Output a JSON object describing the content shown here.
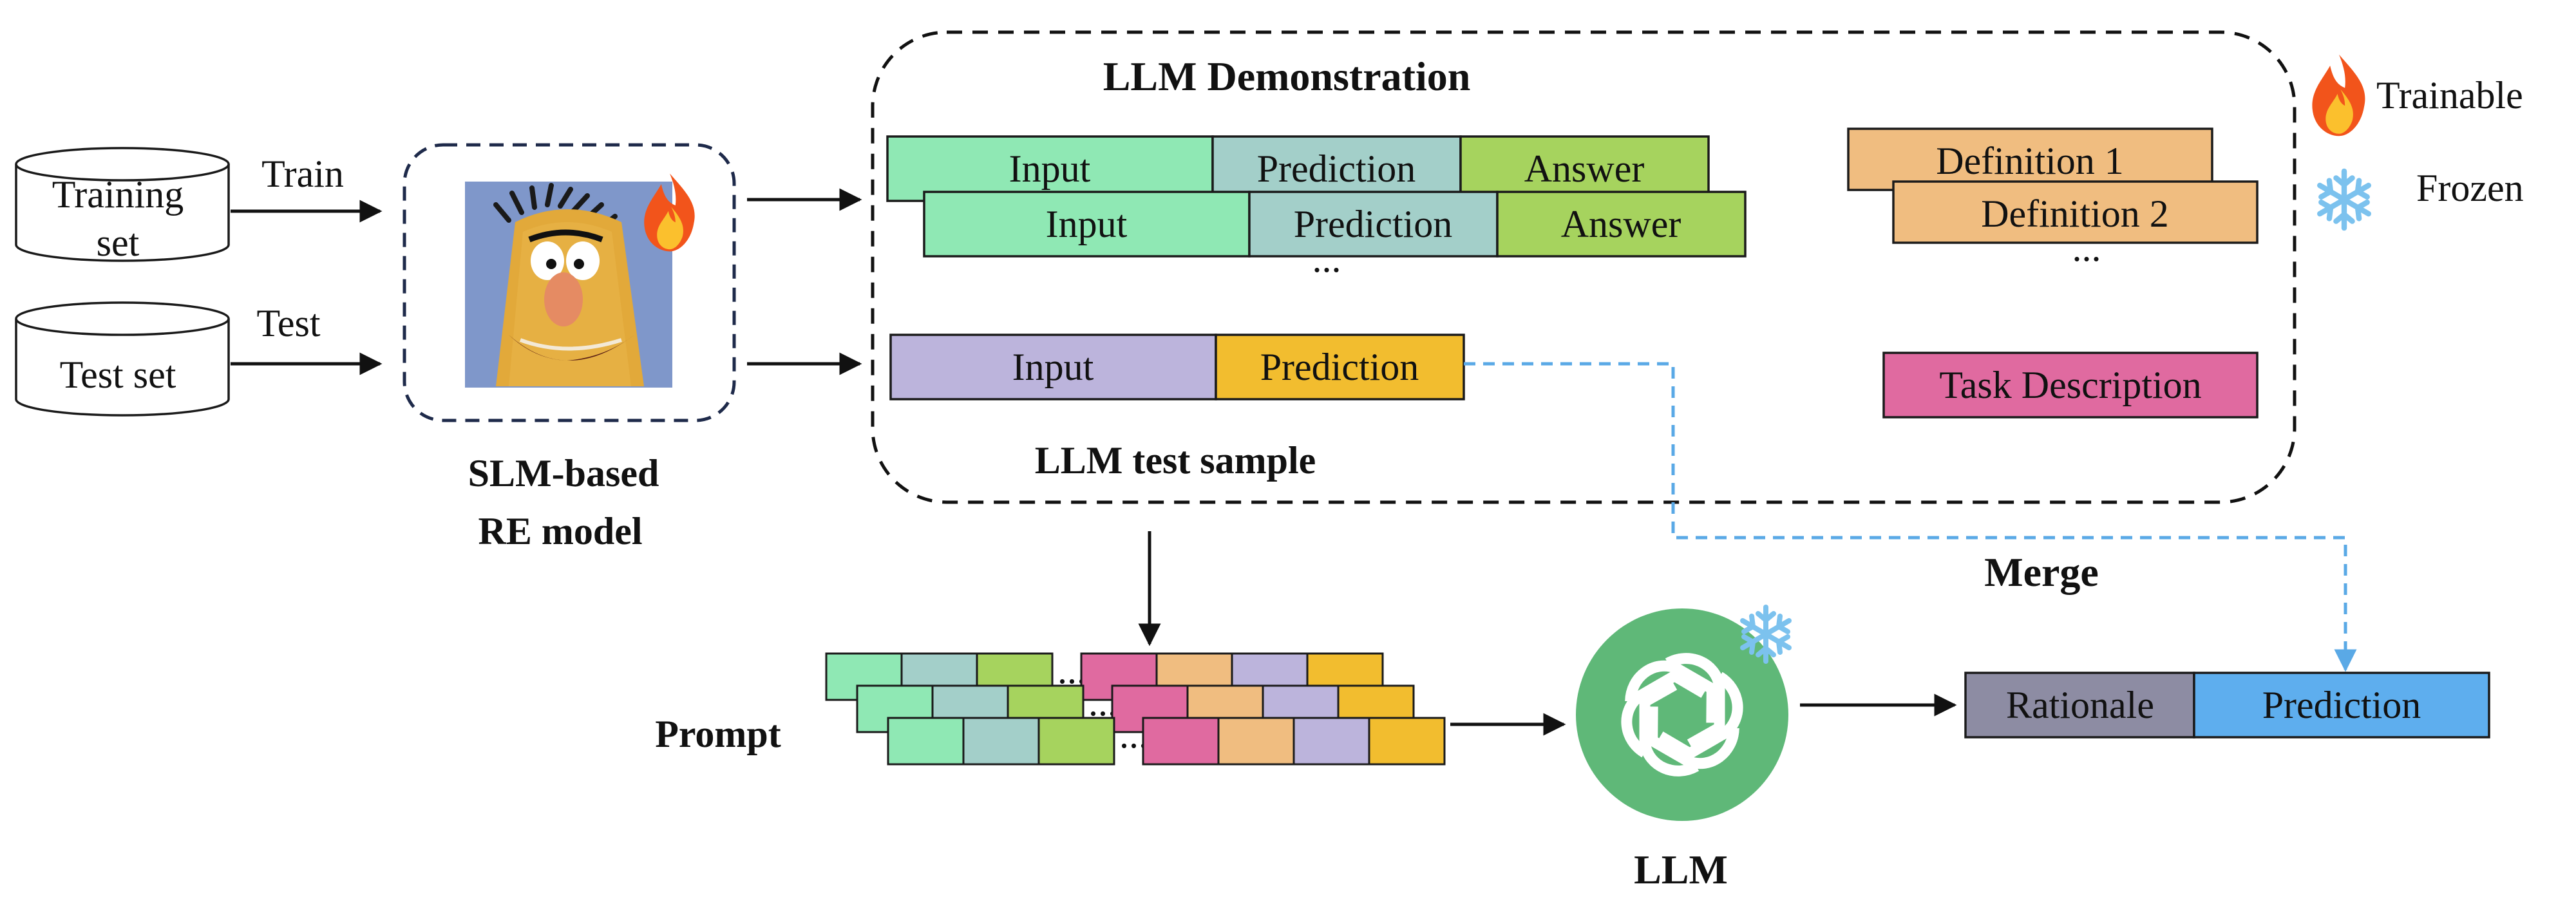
{
  "colors": {
    "input": "#8fe8b4",
    "prediction": "#a3cfc9",
    "answer": "#a6d35e",
    "test_input": "#bcb4dc",
    "test_prediction": "#f2bd2f",
    "definition": "#f0bd80",
    "task": "#e06aa0",
    "rationale": "#8d8ca3",
    "final_prediction": "#5eaeee",
    "dashed_line": "#5aa9e6",
    "llm_green": "#5fb878"
  },
  "datasets": {
    "training": {
      "line1": "Training",
      "line2": "set"
    },
    "test": "Test set"
  },
  "edges": {
    "train": "Train",
    "test": "Test"
  },
  "slm": {
    "line1": "SLM-based",
    "line2": "RE model"
  },
  "icons": {
    "fire": "fire-icon",
    "snowflake": "snowflake-icon",
    "face": "muppet-face-icon",
    "llm": "openai-logo-icon"
  },
  "demo": {
    "title": "LLM Demonstration",
    "row_labels": [
      "Input",
      "Prediction",
      "Answer"
    ],
    "ellipsis": "...",
    "definitions": [
      "Definition 1",
      "Definition 2"
    ],
    "def_ellipsis": "...",
    "test_sample": {
      "input": "Input",
      "prediction": "Prediction"
    },
    "test_sample_label": "LLM test sample",
    "task_description": "Task Description"
  },
  "legend": {
    "trainable": "Trainable",
    "frozen": "Frozen"
  },
  "prompt_label": "Prompt",
  "prompt_ellipsis": "...",
  "llm_label": "LLM",
  "merge_label": "Merge",
  "output": {
    "rationale": "Rationale",
    "prediction": "Prediction"
  }
}
